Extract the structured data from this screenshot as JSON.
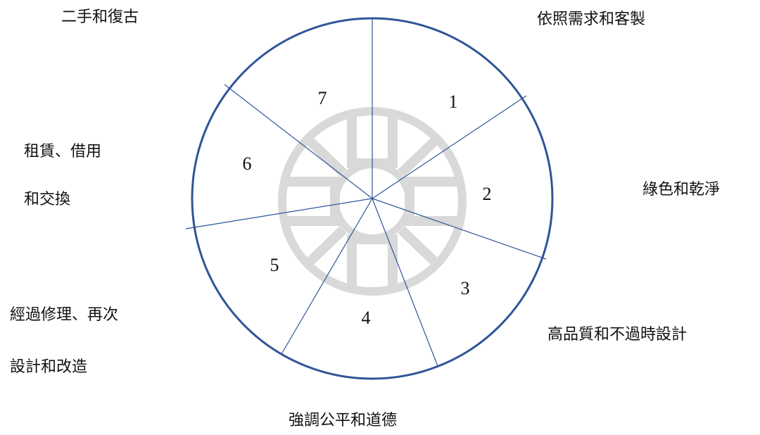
{
  "diagram": {
    "circle_color": "#2f5597",
    "spoke_color": "#2f5597",
    "watermark_color": "#d9d9d9",
    "segments": [
      {
        "number": "1",
        "label_lines": [
          "依照需求和客製"
        ]
      },
      {
        "number": "2",
        "label_lines": [
          "綠色和乾淨"
        ]
      },
      {
        "number": "3",
        "label_lines": [
          "高品質和不過時設計"
        ]
      },
      {
        "number": "4",
        "label_lines": [
          "強調公平和道德"
        ]
      },
      {
        "number": "5",
        "label_lines": [
          "經過修理、再次",
          "設計和改造"
        ]
      },
      {
        "number": "6",
        "label_lines": [
          "租賃、借用",
          "和交換"
        ]
      },
      {
        "number": "7",
        "label_lines": [
          "二手和復古"
        ]
      }
    ],
    "watermark_icon": "university-seal-watermark"
  }
}
